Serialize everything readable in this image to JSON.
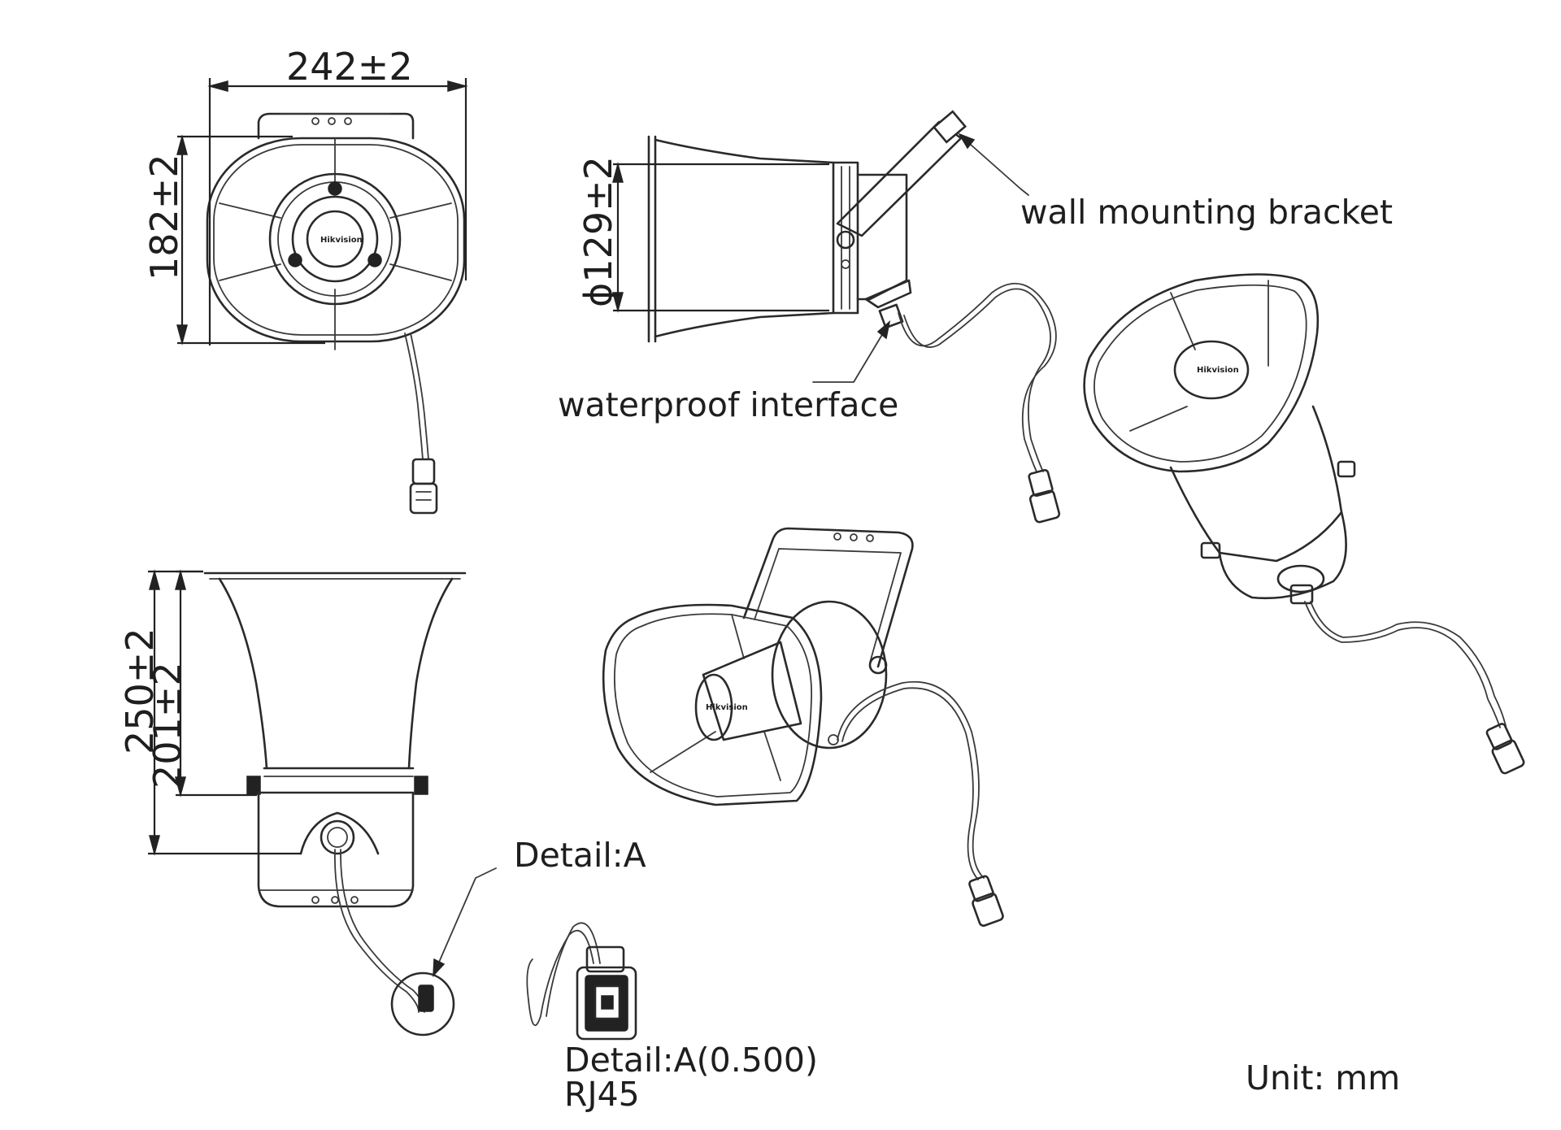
{
  "dimensions": {
    "width": "242±2",
    "height": "182±2",
    "diameter": "ϕ129±2",
    "overall_length": "250±2",
    "horn_length": "201±2"
  },
  "labels": {
    "wall_bracket": "wall mounting bracket",
    "waterproof": "waterproof interface",
    "detail_a": "Detail:A",
    "detail_scale": "Detail:A(0.500)",
    "connector_type": "RJ45",
    "unit": "Unit: mm"
  },
  "brand_logo": "Hikvision"
}
